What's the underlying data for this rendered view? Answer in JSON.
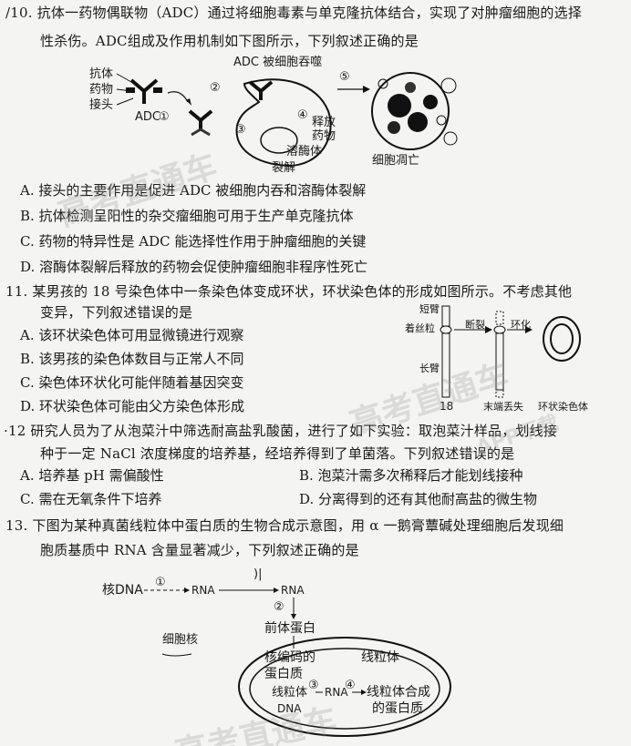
{
  "q10": {
    "line1": "/10. 抗体一药物偶联物（ADC）通过将细胞毒素与单克隆抗体结合，实现了对肿瘤细胞的选择",
    "line2": "性杀伤。ADC组成及作用机制如下图所示，下列叙述正确的是",
    "fig": {
      "antibody": "抗体",
      "drug": "药物",
      "linker": "接头",
      "adc": "ADC",
      "engulfed": "ADC 被细胞吞噬",
      "release1": "释放",
      "release2": "药物",
      "lysosome": "溶酶体",
      "rupture": "裂解",
      "death": "细胞凋亡",
      "n1": "①",
      "n2": "②",
      "n3": "③",
      "n4": "④",
      "n5": "⑤"
    },
    "options": [
      "A.  接头的主要作用是促进 ADC 被细胞内吞和溶酶体裂解",
      "B.  抗体检测呈阳性的杂交瘤细胞可用于生产单克隆抗体",
      "C.  药物的特异性是 ADC 能选择性作用于肿瘤细胞的关键",
      "D.  溶酶体裂解后释放的药物会促使肿瘤细胞非程序性死亡"
    ]
  },
  "q11": {
    "line1": "11. 某男孩的 18 号染色体中一条染色体变成环状，环状染色体的形成如图所示。不考虑其他",
    "line2": "变异，下列叙述错误的是",
    "options": [
      "A.  该环状染色体可用显微镜进行观察",
      "B.  该男孩的染色体数目与正常人不同",
      "C.  染色体环状化可能伴随着基因突变",
      "D.  环状染色体可能由父方染色体形成"
    ],
    "fig": {
      "short_arm": "短臂",
      "centromere": "着丝粒",
      "break": "断裂",
      "long_arm": "长臂",
      "ring": "环化",
      "num": "18",
      "end_loss": "末端丢失",
      "ring_chrom": "环状染色体"
    }
  },
  "q12": {
    "line1": "·12  研究人员为了从泡菜汁中筛选耐高盐乳酸菌，进行了如下实验：取泡菜汁样品，划线接",
    "line2": "种于一定 NaCl 浓度梯度的培养基，经培养得到了单菌落。下列叙述错误的是",
    "options": [
      "A. 培养基 pH 需偏酸性",
      "B. 泡菜汁需多次稀释后才能划线接种",
      "C. 需在无氧条件下培养",
      "D. 分离得到的还有其他耐高盐的微生物"
    ]
  },
  "q13": {
    "line1": "13.  下图为某种真菌线粒体中蛋白质的生物合成示意图，用 α 一鹅膏蕈碱处理细胞后发现细",
    "line2": "胞质基质中  RNA  含量显著减少，下列叙述正确的是",
    "fig": {
      "nuc_dna": "核DNA",
      "n1": "①",
      "rna1": "RNA",
      "rna2": "RNA",
      "n2": "②",
      "precursor": "前体蛋白",
      "nucleus": "细胞核",
      "mito": "线粒体",
      "nuc_encoded1": "核编码的",
      "nuc_encoded2": "蛋白质",
      "mito_dna1": "线粒体",
      "mito_dna2": "DNA",
      "n3": "③",
      "rna3": "RNA",
      "n4": "④",
      "mito_syn1": "线粒体合成",
      "mito_syn2": "的蛋白质"
    }
  },
  "watermark": {
    "w1": "高考直通车",
    "w2": "高考直通车",
    "w3": "APP下载",
    "w4": "高考直通车"
  }
}
